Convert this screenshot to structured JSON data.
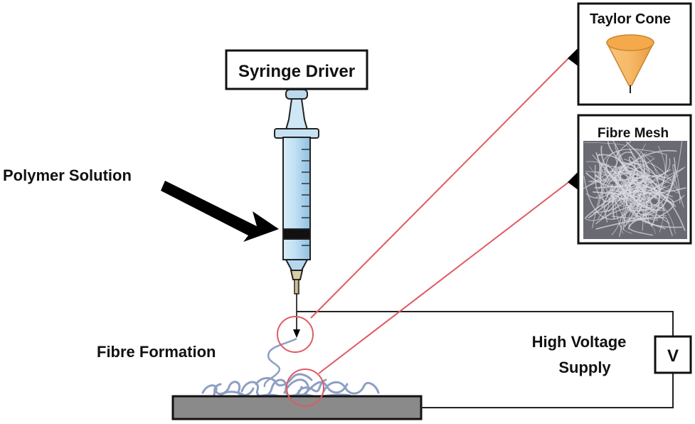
{
  "labels": {
    "syringe_driver": "Syringe Driver",
    "polymer_solution": "Polymer Solution",
    "fibre_formation": "Fibre Formation",
    "high_voltage_line1": "High Voltage",
    "high_voltage_line2": "Supply",
    "voltage_symbol": "V",
    "taylor_cone": "Taylor Cone",
    "fibre_mesh": "Fibre Mesh"
  },
  "colors": {
    "callout_line": "#e05a63",
    "syringe_fluid": "#a9cfe8",
    "cone": "#f6b968",
    "collector": "#8a8a8a",
    "fibre": "#8d9fc4",
    "mesh_background": "#6a6a72"
  }
}
